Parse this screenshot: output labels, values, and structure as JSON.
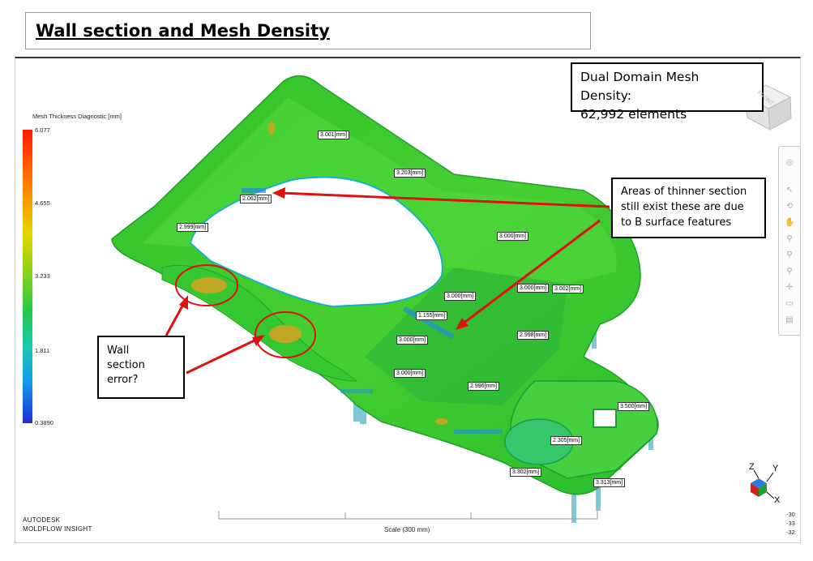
{
  "title": "Wall section and Mesh Density",
  "legend": {
    "title": "Mesh Thickness Diagnostic [mm]",
    "ticks": [
      "6.077",
      "4.655",
      "3.233",
      "1.811",
      "0.3890"
    ]
  },
  "measurements": [
    "3.001[mm]",
    "3.203[mm]",
    "2.062[mm]",
    "2.999[mm]",
    "3.000[mm]",
    "3.000[mm]",
    "3.002[mm]",
    "3.000[mm]",
    "1.155[mm]",
    "3.000[mm]",
    "2.998[mm]",
    "3.000[mm]",
    "2.996[mm]",
    "3.500[mm]",
    "2.305[mm]",
    "3.302[mm]",
    "3.313[mm]"
  ],
  "callouts": {
    "mesh_density_line1": "Dual Domain Mesh Density:",
    "mesh_density_line2": "62,992 elements",
    "thin_section_line1": "Areas of thinner section",
    "thin_section_line2": "still exist these are due",
    "thin_section_line3": "to B surface features",
    "wall_error_line1": "Wall",
    "wall_error_line2": "section",
    "wall_error_line3": "error?"
  },
  "view_cube_label": "FRONT",
  "branding": {
    "line1": "AUTODESK",
    "line2": "MOLDFLOW INSIGHT"
  },
  "scale_label": "Scale (300 mm)",
  "axes": {
    "z": "Z",
    "y": "Y",
    "x": "X"
  },
  "corner_values": [
    "-30",
    "-33",
    "-32"
  ],
  "colors": {
    "part_green": "#3dc92c",
    "annotation_red": "#e01010",
    "thin_blue": "#1e8fe0",
    "thick_orange": "#d8a020"
  },
  "toolbar_icons": [
    "orbit-icon",
    "select-icon",
    "rotate-icon",
    "pan-icon",
    "zoom-icon",
    "zoom-window-icon",
    "zoom-fit-icon",
    "measure-icon",
    "section-icon",
    "print-icon"
  ]
}
